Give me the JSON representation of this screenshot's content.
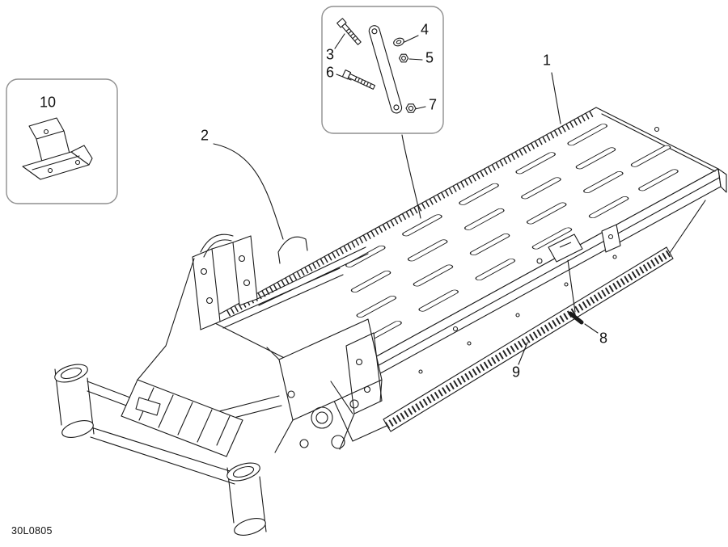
{
  "diagram": {
    "code": "30L0805",
    "callouts": {
      "c1": "1",
      "c2": "2",
      "c3": "3",
      "c4": "4",
      "c5": "5",
      "c6": "6",
      "c7": "7",
      "c8": "8",
      "c9": "9",
      "c10": "10"
    }
  }
}
